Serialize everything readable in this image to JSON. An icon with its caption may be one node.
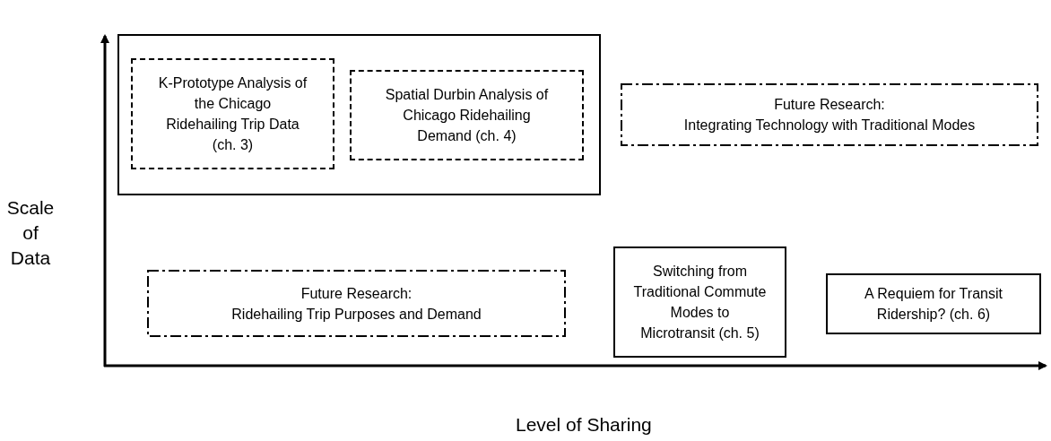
{
  "diagram": {
    "nodes": [
      {
        "text": [],
        "shape": "box"
      },
      {
        "text": [
          "K-Prototype Analysis of the Chicago Ridehailing Trip Data (ch. 3)"
        ],
        "in": 0
      },
      {
        "text": [
          "Spatial Durbin Analysis of Chicago Ridehailing Demand (ch. 4)"
        ],
        "in": 0
      },
      {
        "text": [
          "Future Research:",
          "Integrating Technology with Traditional Modes"
        ]
      },
      {
        "text": [
          "Future Research:",
          "Ridehailing Trip Purposes and Demand"
        ]
      },
      {
        "text": [
          "Switching from Traditional Commute Modes to Microtransit (ch. 5)"
        ]
      },
      {
        "text": [
          "A Requiem for Transit Ridership? (ch. 6)"
        ]
      }
    ],
    "labels": [
      "Scale of Data",
      "Level of Sharing"
    ]
  }
}
